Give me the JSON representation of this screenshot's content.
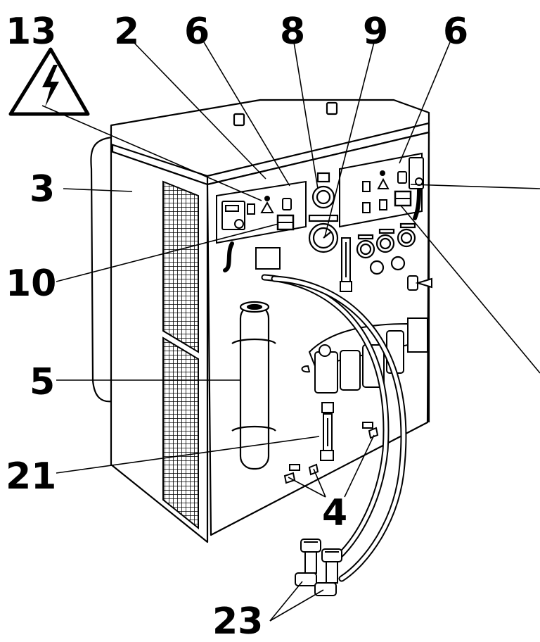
{
  "labels": {
    "l13": "13",
    "l2": "2",
    "l6a": "6",
    "l8": "8",
    "l9": "9",
    "l6b": "6",
    "l3": "3",
    "l10": "10",
    "l5": "5",
    "l21": "21",
    "l4": "4",
    "l23": "23"
  },
  "icons": {
    "warning": "high-voltage-warning-icon"
  },
  "colors": {
    "ink": "#000000",
    "paper": "#ffffff"
  }
}
